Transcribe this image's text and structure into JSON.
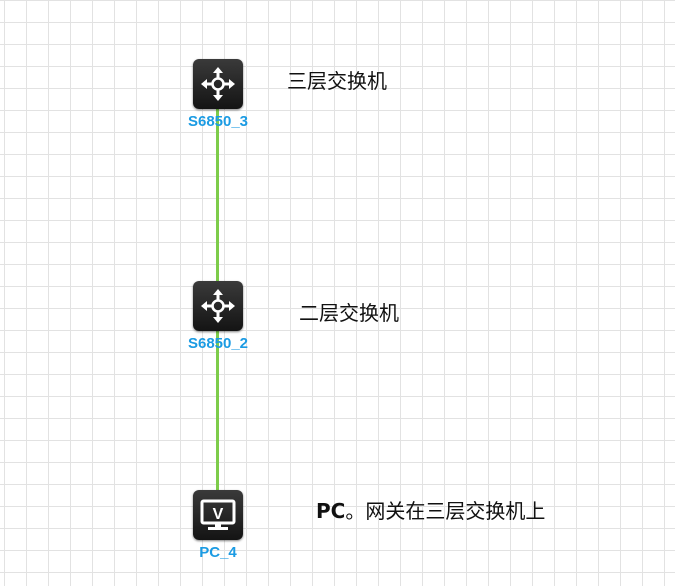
{
  "topology": {
    "nodes": [
      {
        "id": "S6850_3",
        "label": "S6850_3",
        "icon": "l3-switch-icon"
      },
      {
        "id": "S6850_2",
        "label": "S6850_2",
        "icon": "l2-switch-icon"
      },
      {
        "id": "PC_4",
        "label": "PC_4",
        "icon": "pc-monitor-icon"
      }
    ],
    "links": [
      {
        "from": "S6850_3",
        "to": "S6850_2"
      },
      {
        "from": "S6850_2",
        "to": "PC_4"
      }
    ],
    "link_color": "#7dcc4a",
    "label_color": "#1b9be3"
  },
  "annotations": {
    "l3_switch": "三层交换机",
    "l2_switch": "二层交换机",
    "pc_prefix": "PC",
    "pc_note": "。网关在三层交换机上"
  },
  "pc_icon_glyph": "V"
}
